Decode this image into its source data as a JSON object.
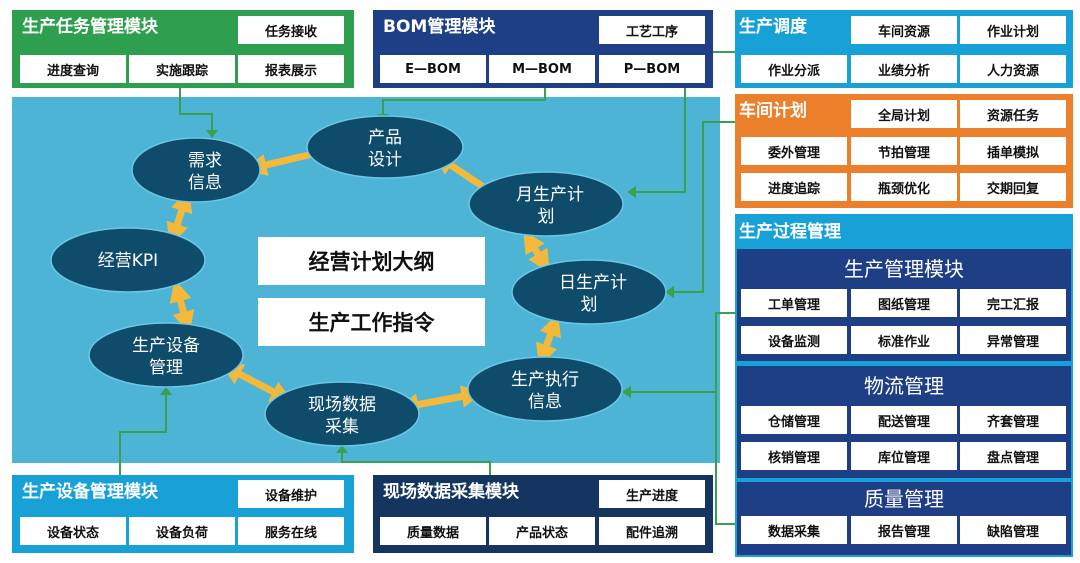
{
  "center": {
    "title1": "经营计划大纲",
    "title2": "生产工作指令"
  },
  "cycle": {
    "demand": [
      "需求",
      "信息"
    ],
    "design": [
      "产品",
      "设计"
    ],
    "monthly": [
      "月生产计",
      "划"
    ],
    "daily": [
      "日生产计",
      "划"
    ],
    "execution": [
      "生产执行",
      "信息"
    ],
    "datacollect": [
      "现场数据",
      "采集"
    ],
    "equipment": [
      "生产设备",
      "管理"
    ],
    "kpi": [
      "经营KPI"
    ]
  },
  "task_module": {
    "title": "生产任务管理模块",
    "items": [
      "任务接收",
      "进度查询",
      "实施跟踪",
      "报表展示"
    ]
  },
  "bom_module": {
    "title": "BOM管理模块",
    "items": [
      "工艺工序",
      "E—BOM",
      "M—BOM",
      "P—BOM"
    ]
  },
  "dispatch": {
    "title": "生产调度",
    "items": [
      "车间资源",
      "作业计划",
      "作业分派",
      "业绩分析",
      "人力资源"
    ]
  },
  "workshop": {
    "title": "车间计划",
    "items": [
      "全局计划",
      "资源任务",
      "委外管理",
      "节拍管理",
      "插单模拟",
      "进度追踪",
      "瓶颈优化",
      "交期回复"
    ]
  },
  "process": {
    "title": "生产过程管理",
    "production": {
      "title": "生产管理模块",
      "items": [
        "工单管理",
        "图纸管理",
        "完工汇报",
        "设备监测",
        "标准作业",
        "异常管理"
      ]
    },
    "logistics": {
      "title": "物流管理",
      "items": [
        "仓储管理",
        "配送管理",
        "齐套管理",
        "核销管理",
        "库位管理",
        "盘点管理"
      ]
    },
    "quality": {
      "title": "质量管理",
      "items": [
        "数据采集",
        "报告管理",
        "缺陷管理"
      ]
    }
  },
  "equipment_module": {
    "title": "生产设备管理模块",
    "items": [
      "设备维护",
      "设备状态",
      "设备负荷",
      "服务在线"
    ]
  },
  "datacollect_module": {
    "title": "现场数据采集模块",
    "items": [
      "生产进度",
      "质量数据",
      "产品状态",
      "配件追溯"
    ]
  },
  "colors": {
    "center_bg": "#4db4d6",
    "ellipse": "#0f4c6b",
    "green": "#2e9e4f",
    "navy": "#1e3f86",
    "cyan": "#17a1d6",
    "orange": "#ec7f2a",
    "gold": "#f4b93a"
  }
}
